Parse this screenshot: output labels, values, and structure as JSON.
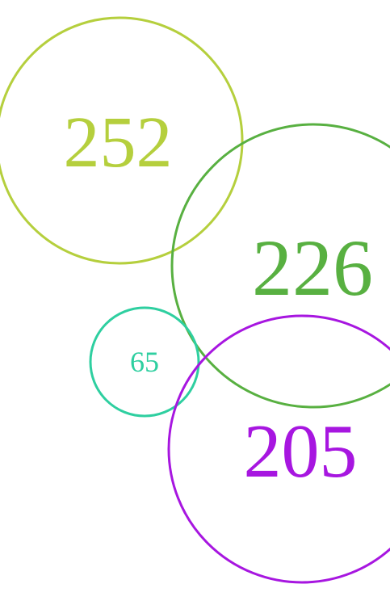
{
  "bubbles": [
    {
      "id": "bubble-252",
      "label": "252",
      "color": "#b5cf3d"
    },
    {
      "id": "bubble-226",
      "label": "226",
      "color": "#58b041"
    },
    {
      "id": "bubble-65",
      "label": "65",
      "color": "#2ecfa0"
    },
    {
      "id": "bubble-205",
      "label": "205",
      "color": "#a716e0"
    }
  ]
}
